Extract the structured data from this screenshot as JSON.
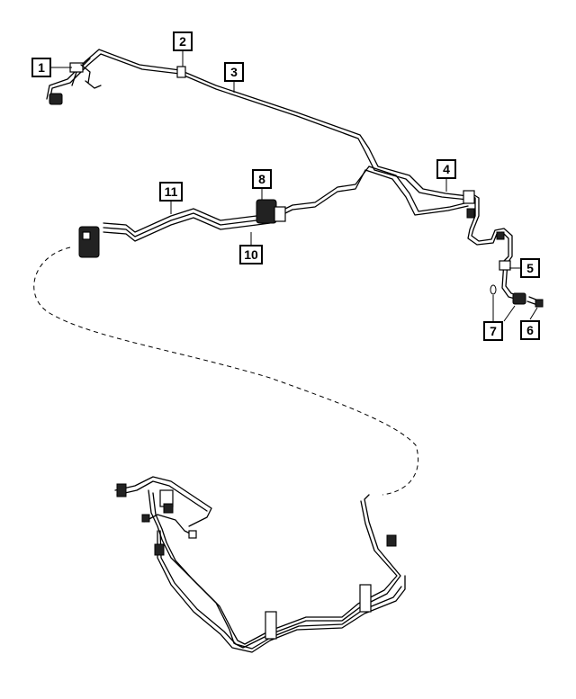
{
  "callouts": [
    {
      "label": "1"
    },
    {
      "label": "2"
    },
    {
      "label": "3"
    },
    {
      "label": "4"
    },
    {
      "label": "5"
    },
    {
      "label": "6"
    },
    {
      "label": "7"
    },
    {
      "label": "8"
    },
    {
      "label": "10"
    },
    {
      "label": "11"
    }
  ]
}
